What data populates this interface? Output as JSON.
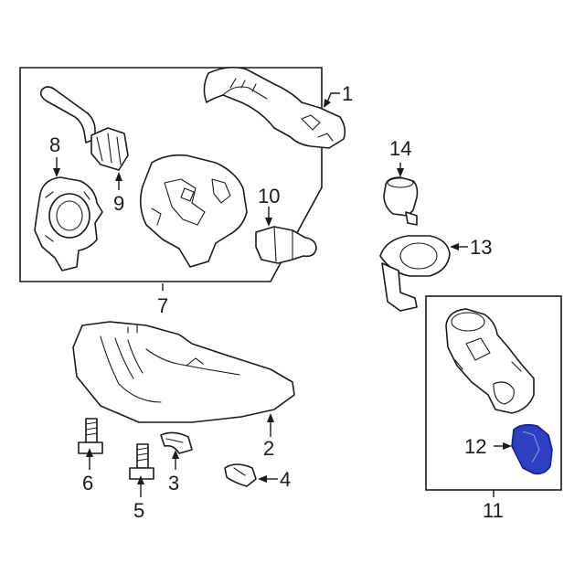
{
  "diagram": {
    "highlight_color": "#2e3fc2",
    "line_color": "#1a1a1a",
    "background": "#ffffff"
  },
  "callouts": {
    "c1": "1",
    "c2": "2",
    "c3": "3",
    "c4": "4",
    "c5": "5",
    "c6": "6",
    "c7": "7",
    "c8": "8",
    "c9": "9",
    "c10": "10",
    "c11": "11",
    "c12": "12",
    "c13": "13",
    "c14": "14"
  }
}
